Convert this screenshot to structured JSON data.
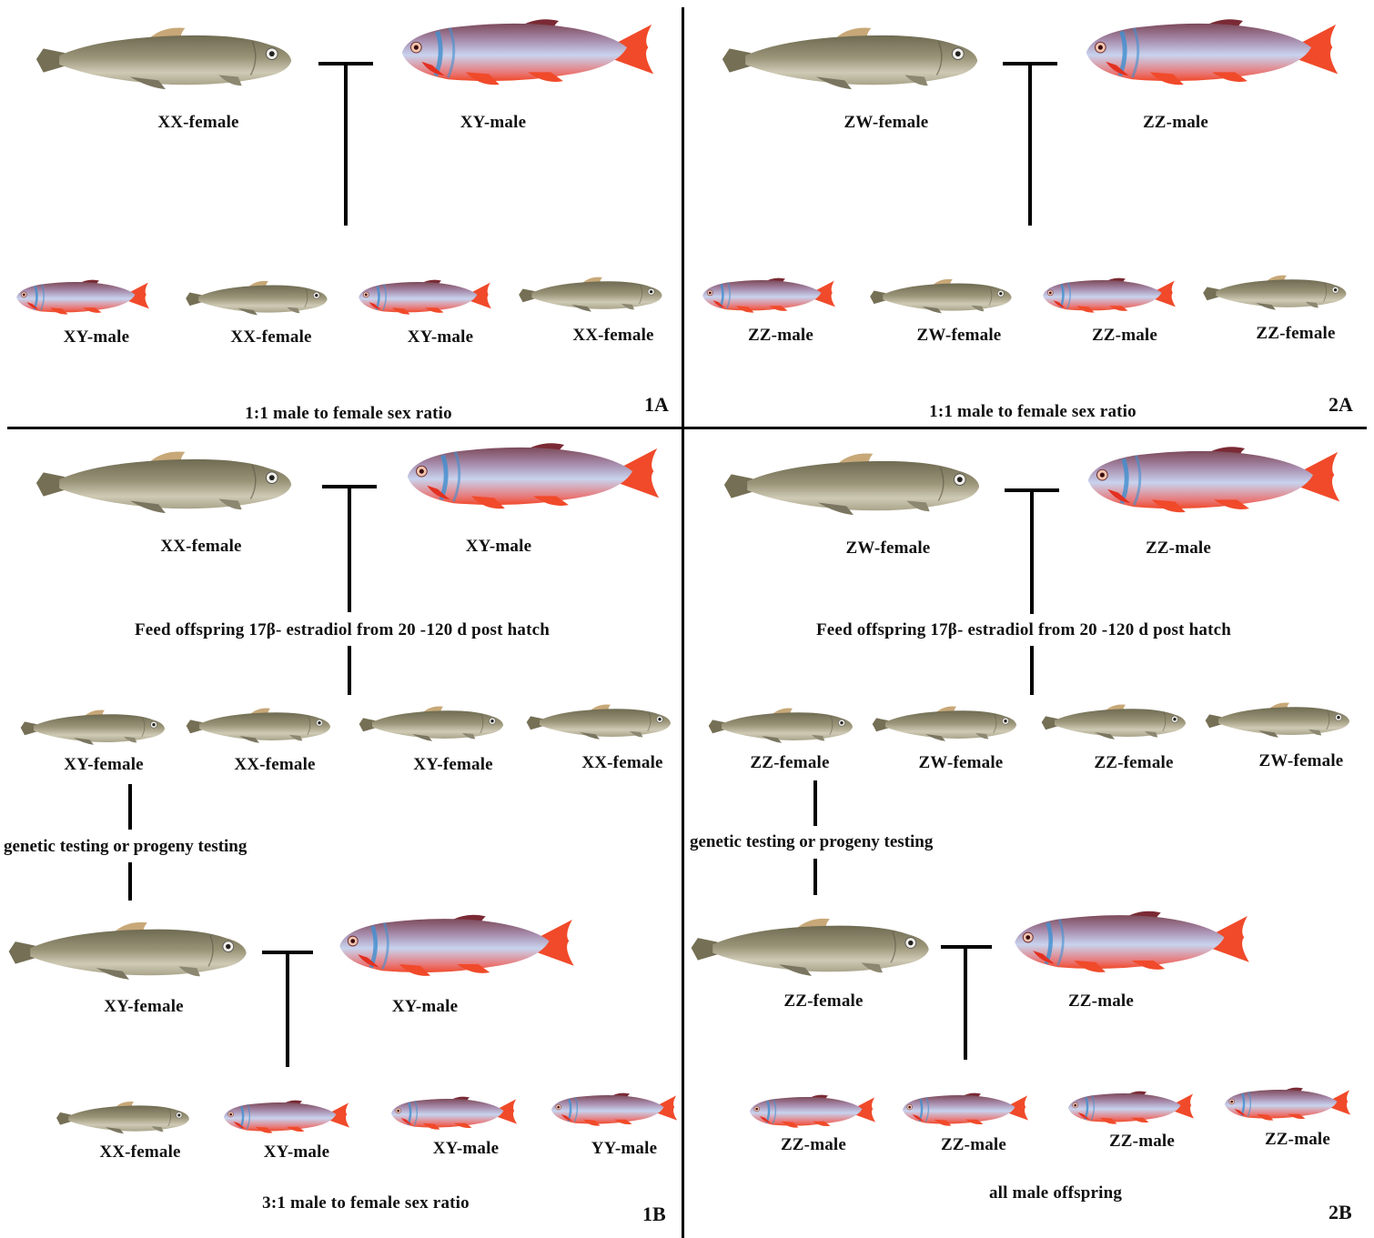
{
  "colors": {
    "female_body": "#8a8467",
    "female_belly": "#d6d3c2",
    "female_dorsal": "#c8a878",
    "male_body": "#9fb0d8",
    "male_red": "#f04a2a",
    "male_back": "#7d4a5a",
    "male_blue_stripe": "#3f8fd0"
  },
  "panels": {
    "p1A": {
      "tag": "1A",
      "parents": {
        "female": "XX-female",
        "male": "XY-male"
      },
      "offspring": [
        "XY-male",
        "XX-female",
        "XY-male",
        "XX-female"
      ],
      "ratio": "1:1 male to female sex ratio"
    },
    "p2A": {
      "tag": "2A",
      "parents": {
        "female": "ZW-female",
        "male": "ZZ-male"
      },
      "offspring": [
        "ZZ-male",
        "ZW-female",
        "ZZ-male",
        "ZZ-female"
      ],
      "ratio": "1:1 male to female sex ratio"
    },
    "p1B": {
      "tag": "1B",
      "parents": {
        "female": "XX-female",
        "male": "XY-male"
      },
      "treatment": "Feed offspring  17β- estradiol from 20 -120 d post hatch",
      "treated": [
        "XY-female",
        "XX-female",
        "XY-female",
        "XX-female"
      ],
      "testing": "genetic testing or progeny testing",
      "cross2": {
        "female": "XY-female",
        "male": "XY-male"
      },
      "offspring": [
        "XX-female",
        "XY-male",
        "XY-male",
        "YY-male"
      ],
      "ratio": "3:1 male to female sex ratio"
    },
    "p2B": {
      "tag": "2B",
      "parents": {
        "female": "ZW-female",
        "male": "ZZ-male"
      },
      "treatment": "Feed offspring  17β- estradiol from 20 -120 d post hatch",
      "treated": [
        "ZZ-female",
        "ZW-female",
        "ZZ-female",
        "ZW-female"
      ],
      "testing": "genetic testing or progeny testing",
      "cross2": {
        "female": "ZZ-female",
        "male": "ZZ-male"
      },
      "offspring": [
        "ZZ-male",
        "ZZ-male",
        "ZZ-male",
        "ZZ-male"
      ],
      "ratio": "all male offspring"
    }
  }
}
